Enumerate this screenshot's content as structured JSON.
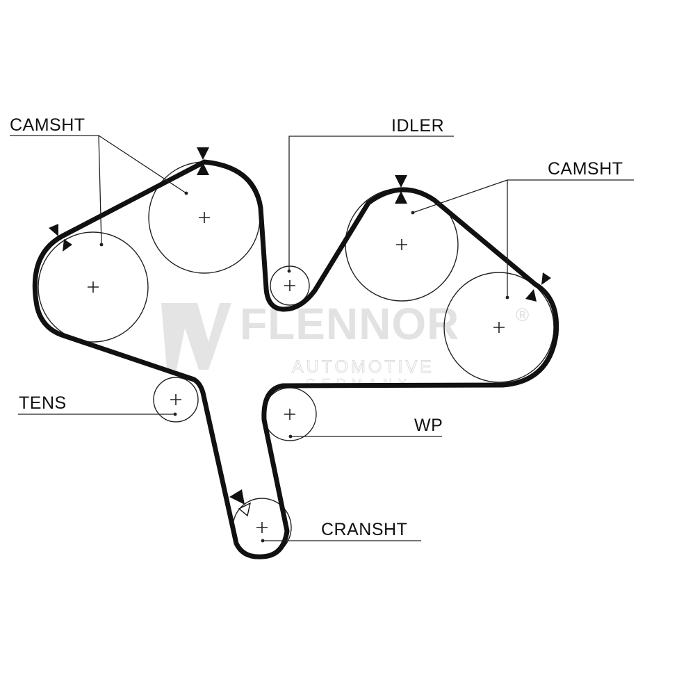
{
  "diagram": {
    "labels": {
      "camshaft_left": "CAMSHT",
      "idler": "IDLER",
      "camshaft_right": "CAMSHT",
      "tensioner": "TENS",
      "water_pump": "WP",
      "crankshaft": "CRANSHT"
    },
    "watermark": {
      "brand": "FLENNOR",
      "registered": "®",
      "line1": "AUTOMOTIVE",
      "line2": "GERMANY"
    },
    "colors": {
      "line": "#111111",
      "watermark": "#e2e2e2",
      "background": "#ffffff"
    }
  }
}
